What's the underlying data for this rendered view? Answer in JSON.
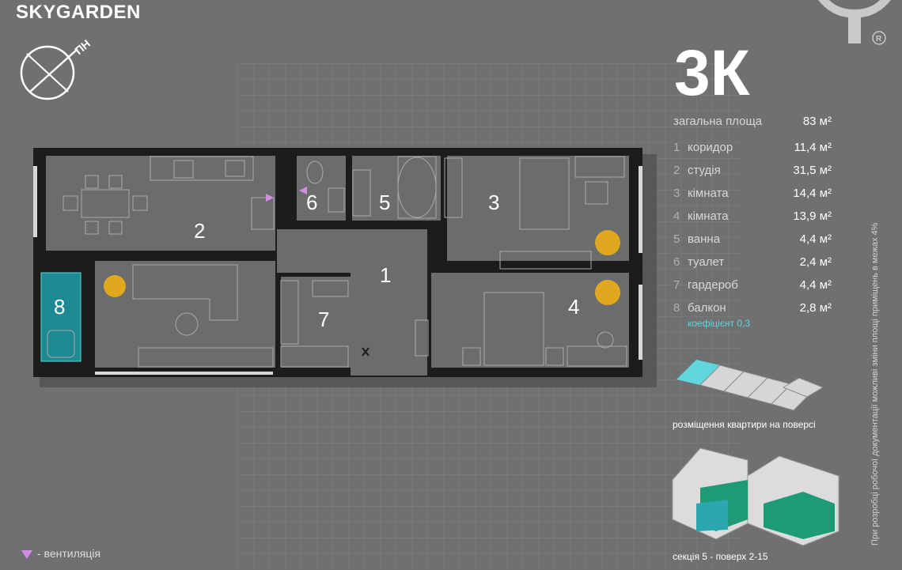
{
  "brand": "SKYGARDEN",
  "compass_label": "ПН",
  "apartment_type": "3К",
  "total": {
    "label": "загальна площа",
    "value": "83 м²"
  },
  "rooms": [
    {
      "num": "1",
      "name": "коридор",
      "area": "11,4 м²"
    },
    {
      "num": "2",
      "name": "студія",
      "area": "31,5 м²"
    },
    {
      "num": "3",
      "name": "кімната",
      "area": "14,4 м²"
    },
    {
      "num": "4",
      "name": "кімната",
      "area": "13,9 м²"
    },
    {
      "num": "5",
      "name": "ванна",
      "area": "4,4 м²"
    },
    {
      "num": "6",
      "name": "туалет",
      "area": "2,4 м²"
    },
    {
      "num": "7",
      "name": "гардероб",
      "area": "4,4 м²"
    },
    {
      "num": "8",
      "name": "балкон",
      "area": "2,8 м²"
    }
  ],
  "coefficient": "коефіцієнт 0,3",
  "floor_caption": "розміщення квартири на поверсі",
  "section_caption": "секція 5 - поверх 2-15",
  "legend": "- вентиляція",
  "disclaimer": "При розробці робочої документації можливі зміни площі приміщень в межах 4%",
  "plan_labels": {
    "r1": "1",
    "r2": "2",
    "r3": "3",
    "r4": "4",
    "r5": "5",
    "r6": "6",
    "r7": "7",
    "r8": "8"
  },
  "colors": {
    "background": "#6f7072",
    "wall": "#1c1c1d",
    "accent": "#5fd6dc",
    "green": "#1f9a76",
    "vent": "#d38be6"
  }
}
